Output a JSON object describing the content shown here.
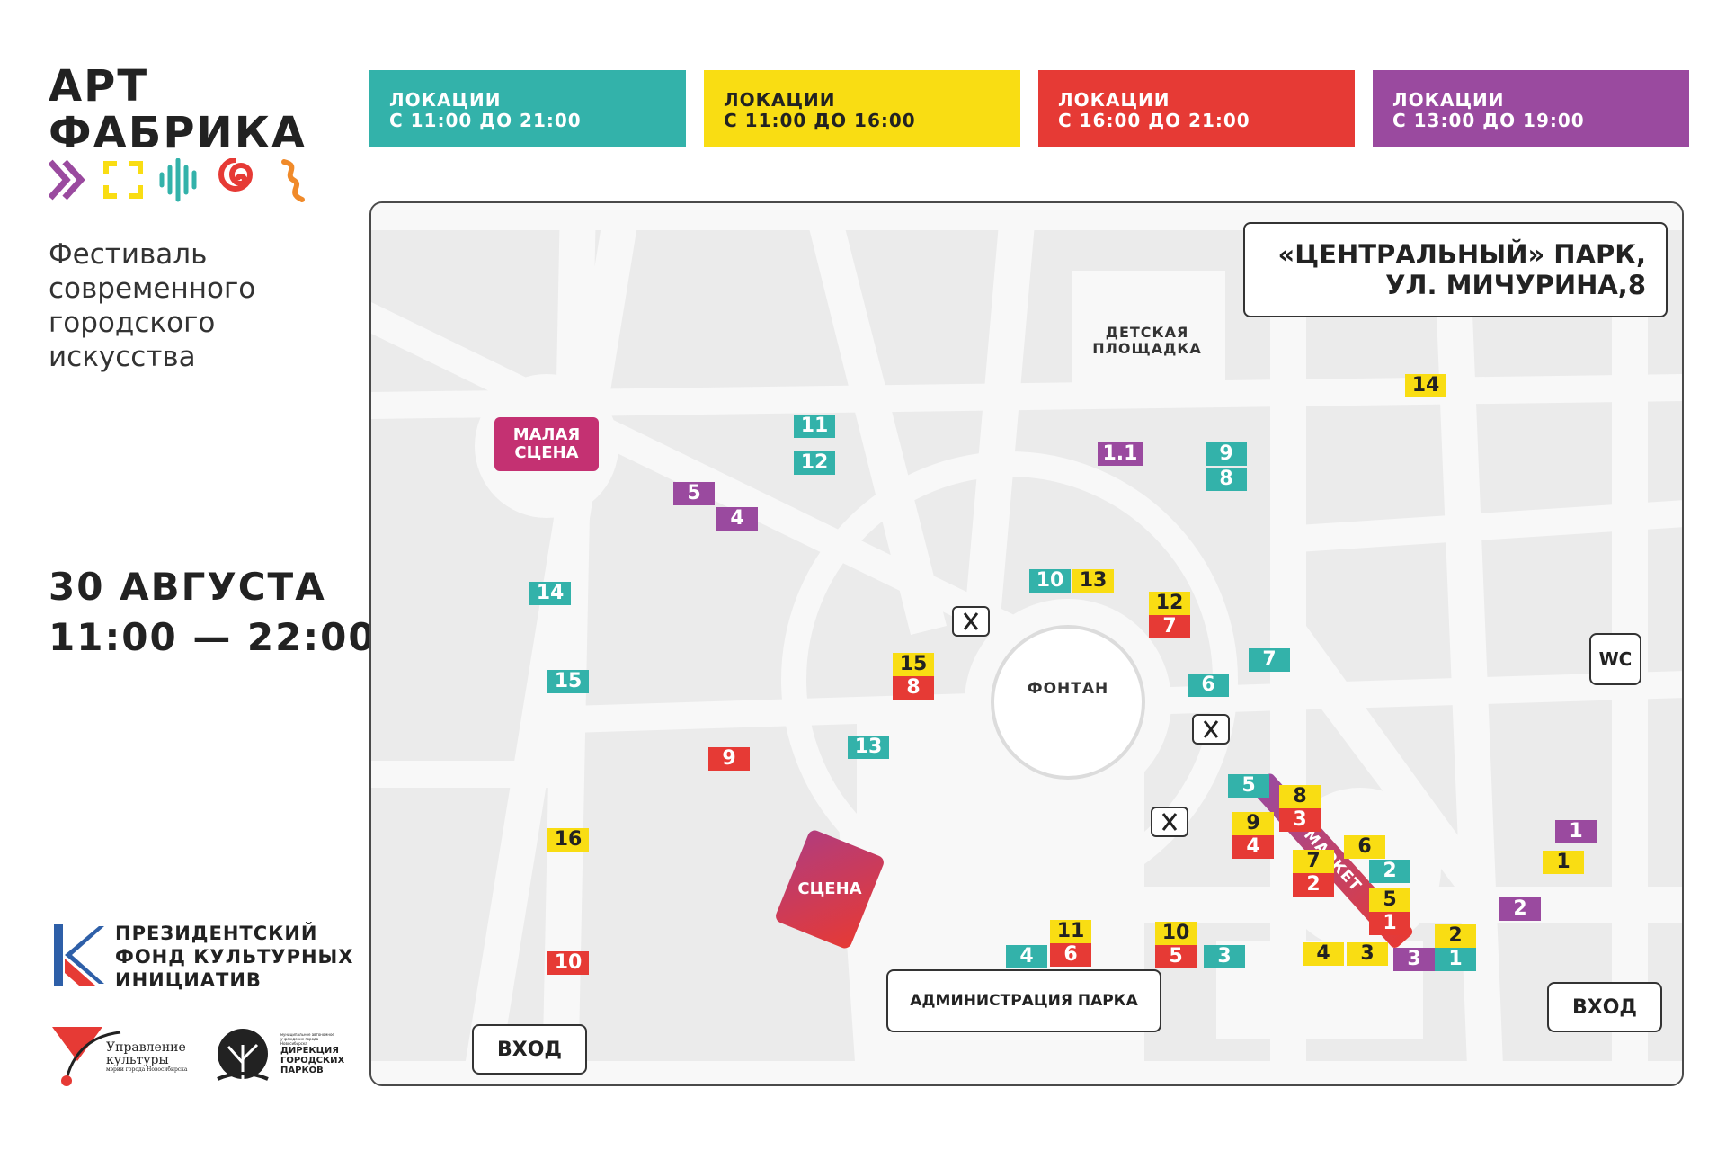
{
  "brand": {
    "line1": "АРТ",
    "line2": "ФАБРИКА"
  },
  "subtitle": {
    "l1": "Фестиваль",
    "l2": "современного",
    "l3": "городского",
    "l4": "искусства"
  },
  "date": {
    "day": "30 АВГУСТА",
    "time": "11:00 — 22:00"
  },
  "colors": {
    "teal": "#33b2aa",
    "yellow": "#f9dd13",
    "red": "#e63a35",
    "purple": "#9a4a9f"
  },
  "legend": [
    {
      "l1": "ЛОКАЦИИ",
      "l2": "С 11:00 ДО 21:00"
    },
    {
      "l1": "ЛОКАЦИИ",
      "l2": "С 11:00 ДО 16:00"
    },
    {
      "l1": "ЛОКАЦИИ",
      "l2": "С 16:00 ДО 21:00"
    },
    {
      "l1": "ЛОКАЦИИ",
      "l2": "С 13:00 ДО 19:00"
    }
  ],
  "map": {
    "address_l1": "«ЦЕНТРАЛЬНЫЙ» ПАРК,",
    "address_l2": "УЛ. МИЧУРИНА,8",
    "playground_l1": "ДЕТСКАЯ",
    "playground_l2": "ПЛОЩАДКА",
    "small_stage_l1": "МАЛАЯ",
    "small_stage_l2": "СЦЕНА",
    "fountain": "ФОНТАН",
    "stage": "СЦЕНА",
    "market": "МАРКЕТ",
    "admin": "АДМИНИСТРАЦИЯ ПАРКА",
    "wc": "WC",
    "entrance_left": "ВХОД",
    "entrance_right": "ВХОД"
  },
  "markers": {
    "teal": [
      "11",
      "12",
      "14",
      "15",
      "13",
      "10",
      "9",
      "8",
      "7",
      "6",
      "5",
      "2",
      "1",
      "4",
      "3"
    ],
    "yellow": [
      "13",
      "12",
      "15",
      "16",
      "14",
      "8",
      "9",
      "7",
      "6",
      "5",
      "11",
      "10",
      "4",
      "3",
      "2",
      "1"
    ],
    "red": [
      "7",
      "8",
      "9",
      "10",
      "3",
      "4",
      "2",
      "1",
      "6",
      "5"
    ],
    "purple": [
      "5",
      "4",
      "1.1",
      "1",
      "2",
      "3"
    ]
  },
  "sponsors": {
    "pfki_l1": "ПРЕЗИДЕНТСКИЙ",
    "pfki_l2": "ФОНД КУЛЬТУРНЫХ",
    "pfki_l3": "ИНИЦИАТИВ",
    "culture_l1": "Управление",
    "culture_l2": "культуры",
    "culture_l3": "мэрии города Новосибирска",
    "parks_l1": "муниципальное автономное учреждение города Новосибирска",
    "parks_l2": "ДИРЕКЦИЯ",
    "parks_l3": "ГОРОДСКИХ",
    "parks_l4": "ПАРКОВ"
  }
}
